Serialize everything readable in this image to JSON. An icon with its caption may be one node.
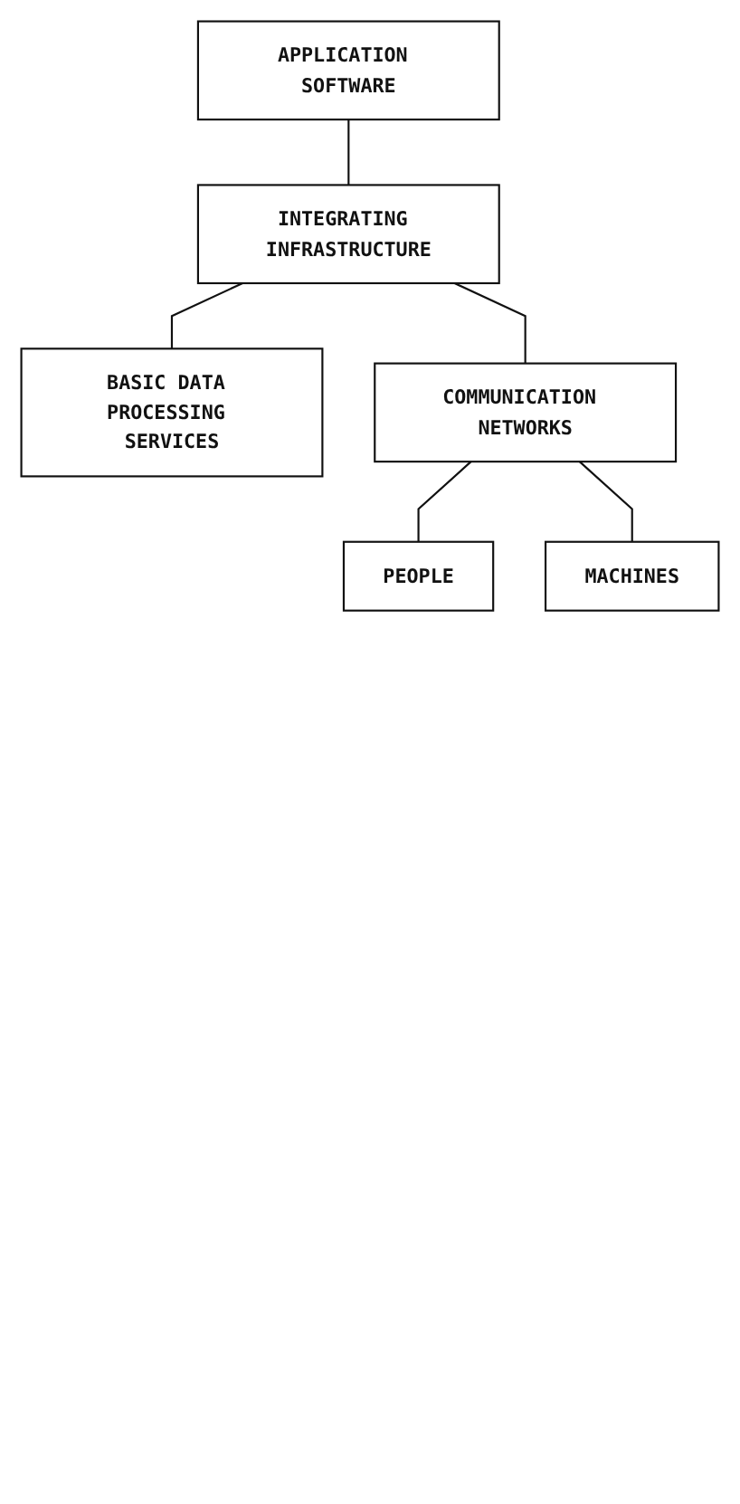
{
  "diagram": {
    "nodes": [
      {
        "text": [
          "APPLICATION SOFTWARE"
        ]
      },
      {
        "text": [
          "INTEGRATING INFRASTRUCTURE"
        ]
      },
      {
        "text": [
          "BASIC DATA PROCESSING SERVICES"
        ]
      },
      {
        "text": [
          "COMMUNICATION NETWORKS"
        ]
      },
      {
        "text": [
          "PEOPLE"
        ]
      },
      {
        "text": [
          "MACHINES"
        ]
      }
    ],
    "edges": [
      {
        "from": 0,
        "to": 1,
        "arrow": "none"
      },
      {
        "from": 1,
        "to": 2,
        "arrow": "none"
      },
      {
        "from": 1,
        "to": 3,
        "arrow": "none"
      },
      {
        "from": 3,
        "to": 4,
        "arrow": "none"
      },
      {
        "from": 3,
        "to": 5,
        "arrow": "none"
      }
    ]
  }
}
